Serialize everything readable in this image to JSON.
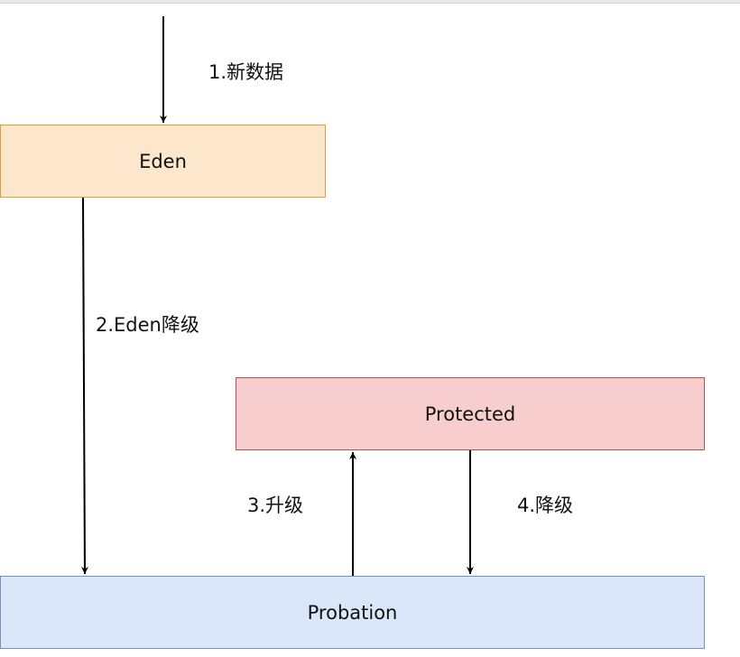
{
  "colors": {
    "eden_fill": "#fde7cc",
    "eden_border": "#e29d33",
    "protected_fill": "#f7cecd",
    "protected_border": "#b8504d",
    "probation_fill": "#dae6f9",
    "probation_border": "#7491c4",
    "arrow": "#000000"
  },
  "nodes": {
    "eden": {
      "label": "Eden"
    },
    "protected": {
      "label": "Protected"
    },
    "probation": {
      "label": "Probation"
    }
  },
  "edges": {
    "new_data": {
      "label": "1.新数据"
    },
    "eden_demote": {
      "label": "2.Eden降级"
    },
    "promote": {
      "label": "3.升级"
    },
    "demote": {
      "label": "4.降级"
    }
  }
}
